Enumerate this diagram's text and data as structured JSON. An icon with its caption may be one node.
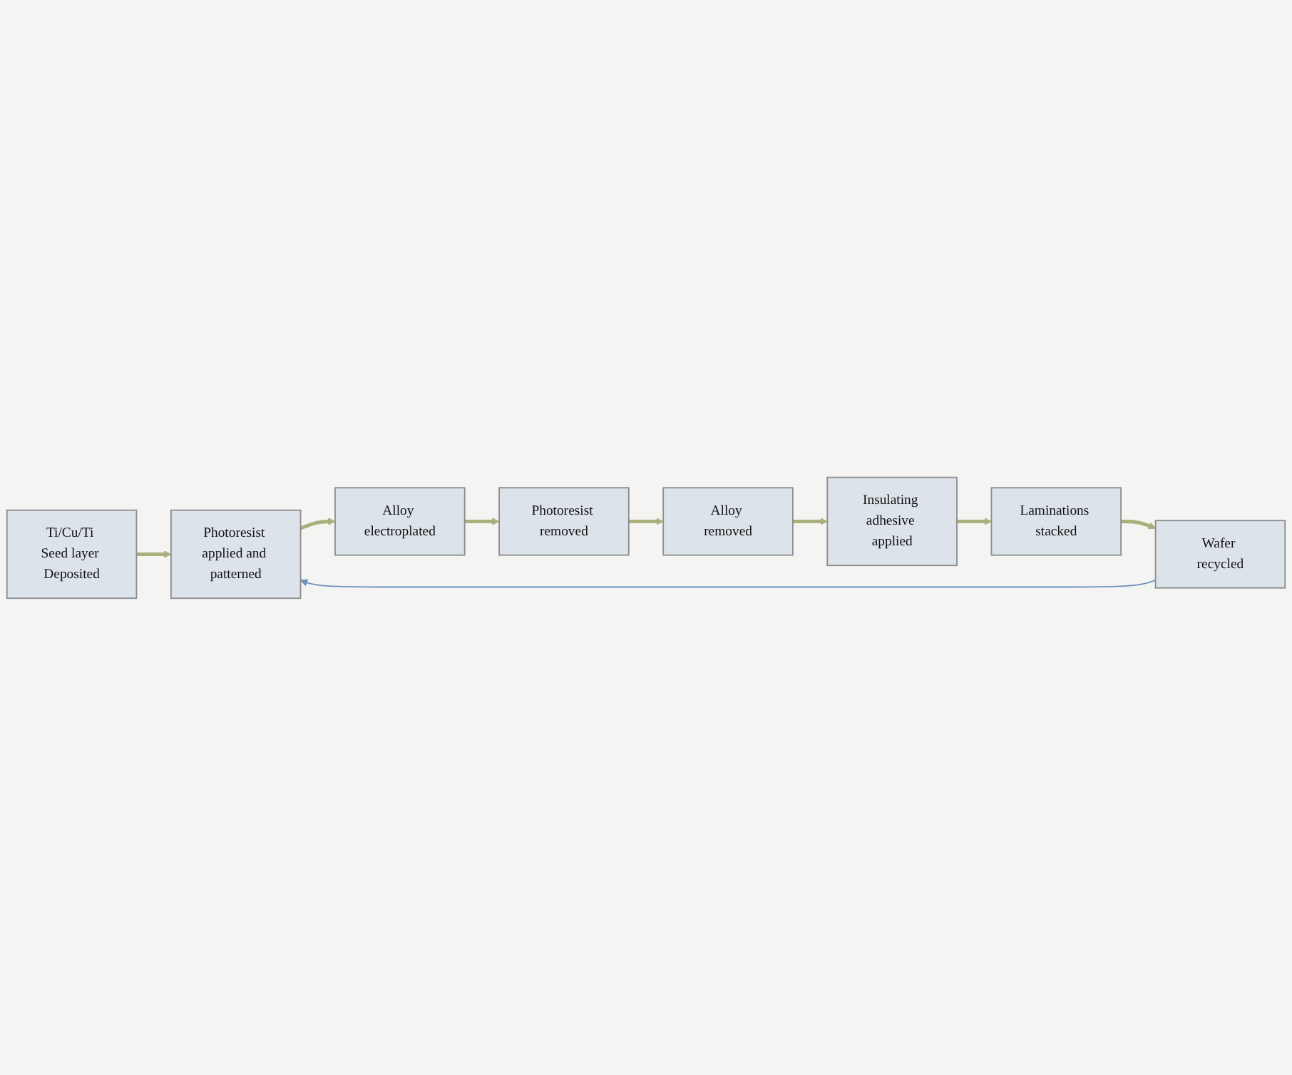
{
  "diagram": {
    "nodes": [
      {
        "text": [
          "Ti/Cu/Ti Seed layer Deposited"
        ]
      },
      {
        "text": [
          "Photoresist applied and patterned"
        ]
      },
      {
        "text": [
          "Alloy electroplated"
        ]
      },
      {
        "text": [
          "Photoresist removed"
        ]
      },
      {
        "text": [
          "Alloy removed"
        ]
      },
      {
        "text": [
          "Insulating adhesive applied"
        ]
      },
      {
        "text": [
          "Laminations stacked"
        ]
      },
      {
        "text": [
          "Wafer recycled"
        ]
      }
    ],
    "edges": [
      {
        "from": 0,
        "to": 1,
        "arrow": "to"
      },
      {
        "from": 1,
        "to": 2,
        "arrow": "to"
      },
      {
        "from": 2,
        "to": 3,
        "arrow": "to"
      },
      {
        "from": 3,
        "to": 4,
        "arrow": "to"
      },
      {
        "from": 4,
        "to": 5,
        "arrow": "to"
      },
      {
        "from": 5,
        "to": 6,
        "arrow": "to"
      },
      {
        "from": 6,
        "to": 7,
        "arrow": "to"
      },
      {
        "from": 7,
        "to": 1,
        "arrow": "to",
        "color": "#6f8fbf"
      }
    ]
  }
}
